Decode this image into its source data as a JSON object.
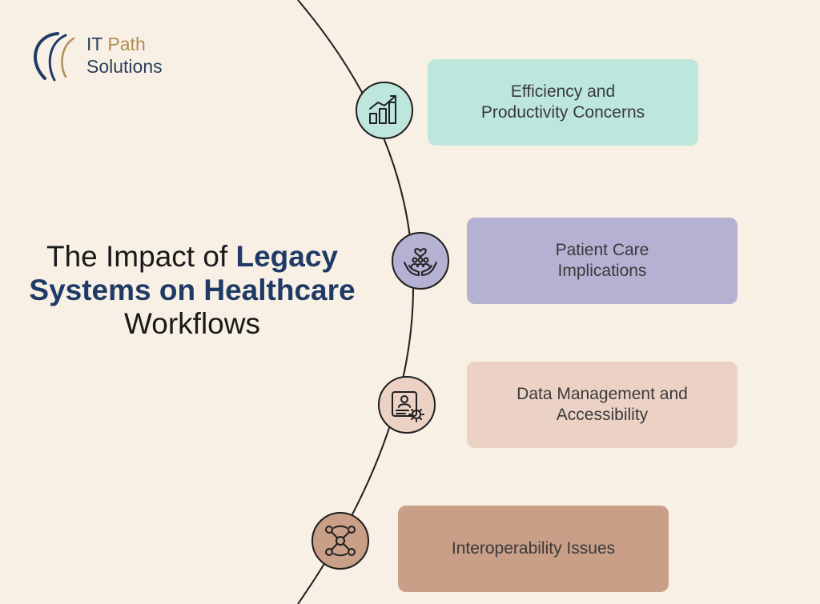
{
  "logo": {
    "line1_part1": "IT ",
    "line1_part2": "Path",
    "line2": "Solutions"
  },
  "headline": {
    "part1": "The Impact of ",
    "part2": "Legacy Systems on Healthcare",
    "part3": " Workflows"
  },
  "items": [
    {
      "label": "Efficiency and\nProductivity Concerns",
      "icon": "bar-chart-growth-icon",
      "color": "#bde6dd"
    },
    {
      "label": "Patient Care\nImplications",
      "icon": "caring-hands-icon",
      "color": "#b4b1d2"
    },
    {
      "label": "Data Management and\nAccessibility",
      "icon": "profile-settings-icon",
      "color": "#ecd2c4"
    },
    {
      "label": "Interoperability Issues",
      "icon": "network-nodes-icon",
      "color": "#c99f87"
    }
  ],
  "colors": {
    "background": "#f8f0e4",
    "accent": "#1f3a66",
    "logo_accent": "#b08d57",
    "line": "#1e1e1e"
  }
}
